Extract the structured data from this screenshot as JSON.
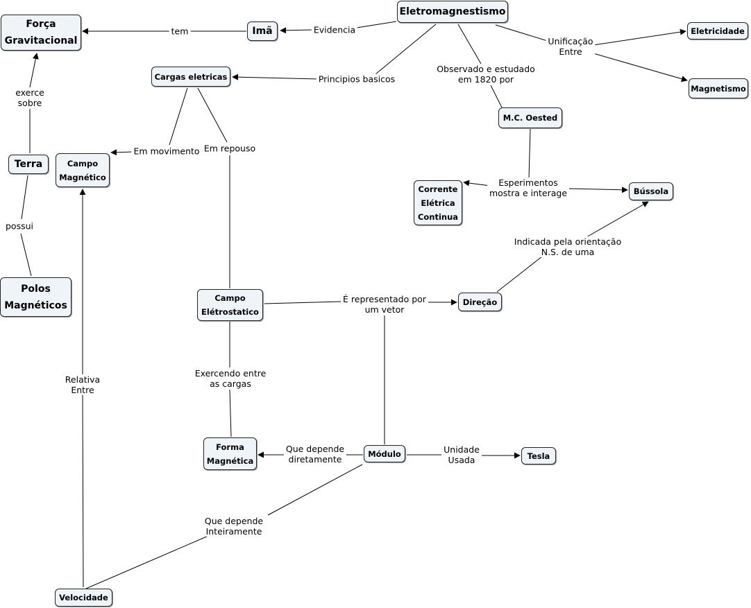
{
  "nodes": {
    "eletromagnetismo": "Eletromagnestismo",
    "ima": "Imã",
    "forca": "Força\nGravitacional",
    "cargas": "Cargas eletricas",
    "eletricidade": "Eletricidade",
    "magnetismo": "Magnetismo",
    "oested": "M.C. Oested",
    "terra": "Terra",
    "campo_mag": "Campo\nMagnético",
    "corrente": "Corrente\nElétrica\nContinua",
    "bussola": "Bússola",
    "polos": "Polos\nMagnéticos",
    "campo_ele": "Campo\nElétrostatico",
    "direcao": "Direção",
    "forma": "Forma\nMagnética",
    "modulo": "Módulo",
    "tesla": "Tesla",
    "velocidade": "Velocidade"
  },
  "links": {
    "evidencia": "Evidencia",
    "tem": "tem",
    "principios": "Principios basicos",
    "observado": "Observado e estudado\nem 1820 por",
    "unificacao": "Unificação\nEntre",
    "exerce": "exerce\nsobre",
    "em_movimento": "Em movimento",
    "em_repouso": "Em repouso",
    "esperimentos": "Esperimentos\nmostra e interage",
    "possui": "possui",
    "indicada": "Indicada pela orientação\nN.S. de uma",
    "representado": "É representado por\num vetor",
    "exercendo": "Exercendo entre\nas cargas",
    "relativa": "Relativa\nEntre",
    "que_depende_dir": "Que depende\ndiretamente",
    "unidade": "Unidade\nUsada",
    "que_depende_int": "Que depende\nInteiramente"
  }
}
